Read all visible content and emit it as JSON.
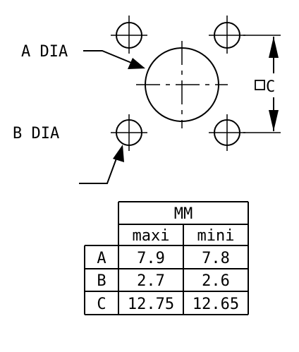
{
  "labels": {
    "a_dia": "A DIA",
    "b_dia": "B DIA",
    "c_dim": "C"
  },
  "table": {
    "unit": "MM",
    "col_headers": [
      "maxi",
      "mini"
    ],
    "rows": [
      {
        "name": "A",
        "maxi": "7.9",
        "mini": "7.8"
      },
      {
        "name": "B",
        "maxi": "2.7",
        "mini": "2.6"
      },
      {
        "name": "C",
        "maxi": "12.75",
        "mini": "12.65"
      }
    ]
  }
}
